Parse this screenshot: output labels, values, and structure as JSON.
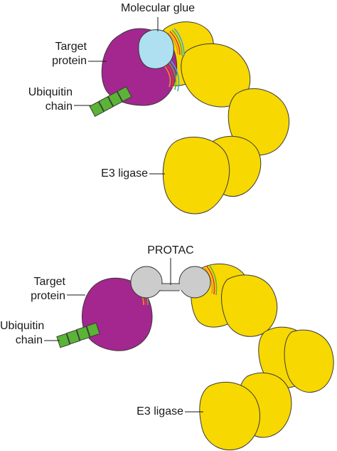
{
  "panels": [
    {
      "id": "molecular-glue",
      "labels": {
        "degrader": "Molecular glue",
        "target_line1": "Target",
        "target_line2": "protein",
        "ubiquitin_line1": "Ubiquitin",
        "ubiquitin_line2": "chain",
        "e3": "E3 ligase"
      }
    },
    {
      "id": "protac",
      "labels": {
        "degrader": "PROTAC",
        "target_line1": "Target",
        "target_line2": "protein",
        "ubiquitin_line1": "Ubiquitin",
        "ubiquitin_line2": "chain",
        "e3": "E3 ligase"
      }
    }
  ],
  "colors": {
    "e3_ligase": "#F7D800",
    "target_protein": "#A3278F",
    "molecular_glue": "#AEE0F2",
    "protac": "#CCCCCD",
    "ubiquitin": "#5AB435",
    "interface_orange": "#F28A1E",
    "interface_red": "#E8333A",
    "interface_green": "#5AB435",
    "interface_blue": "#3FA9D6",
    "outline": "#3a3a3a"
  }
}
